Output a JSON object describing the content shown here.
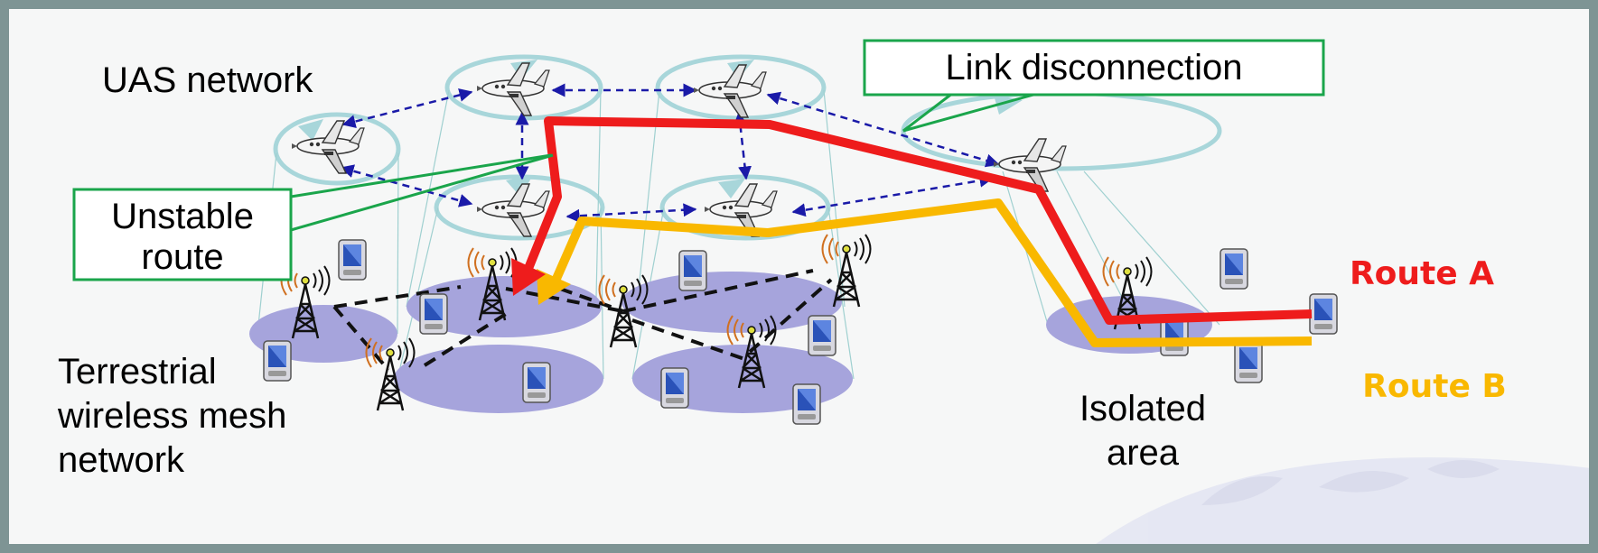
{
  "labels": {
    "uas_network": "UAS network",
    "link_disconnection": "Link disconnection",
    "unstable_route_line1": "Unstable",
    "unstable_route_line2": "route",
    "terrestrial_line1": "Terrestrial",
    "terrestrial_line2": "wireless mesh",
    "terrestrial_line3": "network",
    "isolated_line1": "Isolated",
    "isolated_line2": "area",
    "route_a": "Route A",
    "route_b": "Route B"
  },
  "colors": {
    "route_a": "#ee1c1c",
    "route_b": "#f9b800",
    "callout_border": "#1aa54b",
    "uav_link": "#1a1aa8",
    "mesh_link": "#111111",
    "ellipse_fill": "#a6a4dc",
    "orbit": "#a8d6da",
    "frame": "#7e9494"
  },
  "icons": {
    "aircraft": "uav-plane-icon",
    "tower": "wireless-tower-icon",
    "device": "mobile-device-icon"
  }
}
